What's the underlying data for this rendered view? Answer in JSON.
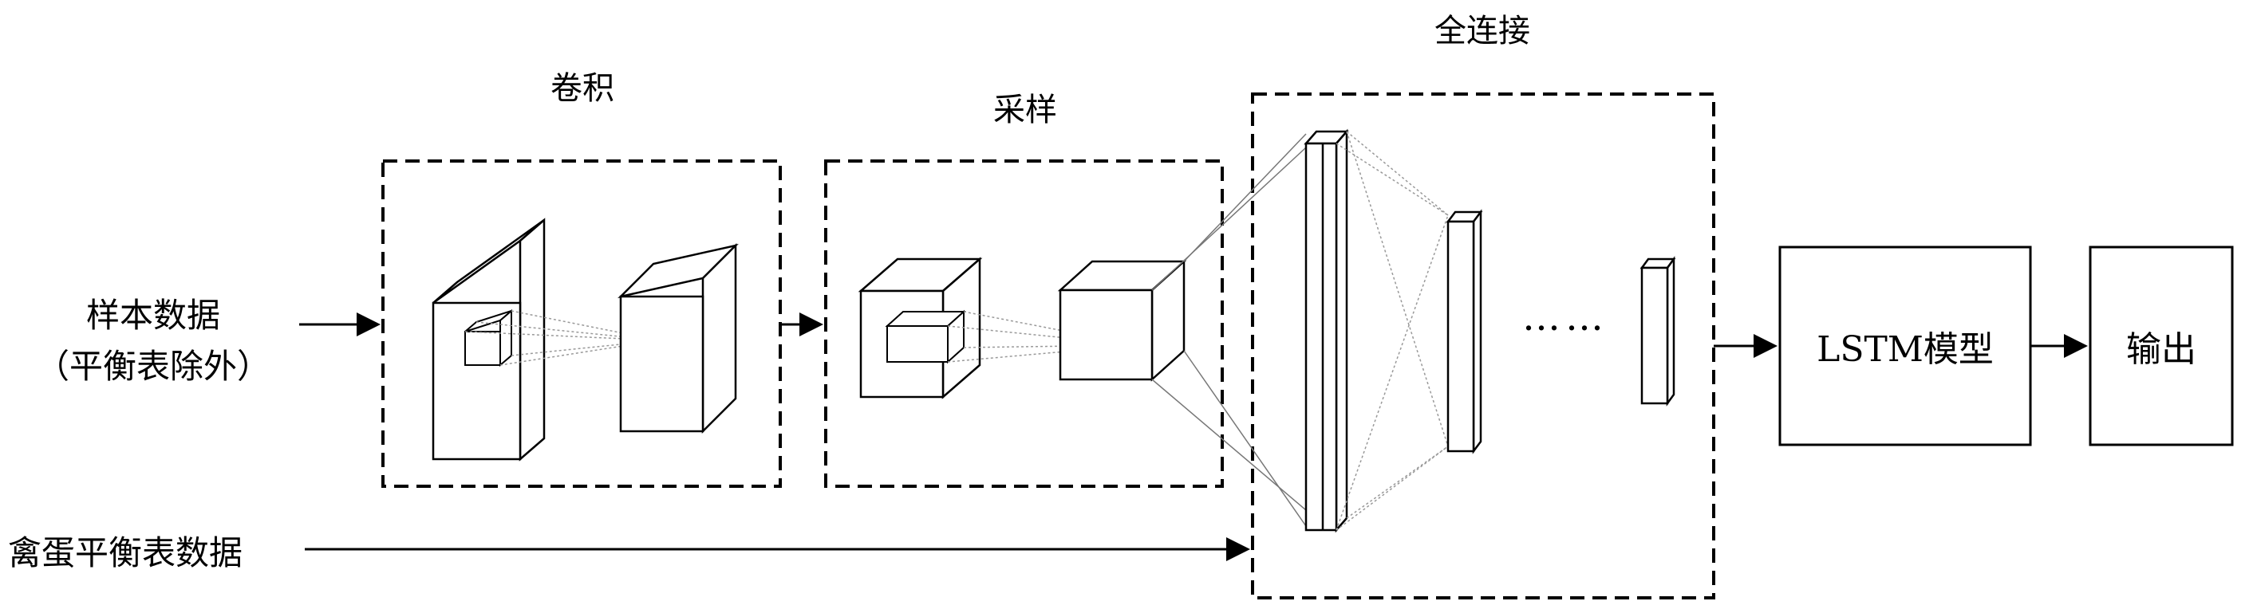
{
  "inputs": {
    "sample_line1": "样本数据",
    "sample_line2": "（平衡表除外）",
    "balance_table": "禽蛋平衡表数据"
  },
  "stages": {
    "conv": "卷积",
    "sampling": "采样",
    "fully_connected": "全连接"
  },
  "ellipsis": "……",
  "blocks": {
    "lstm": "LSTM模型",
    "output": "输出"
  }
}
